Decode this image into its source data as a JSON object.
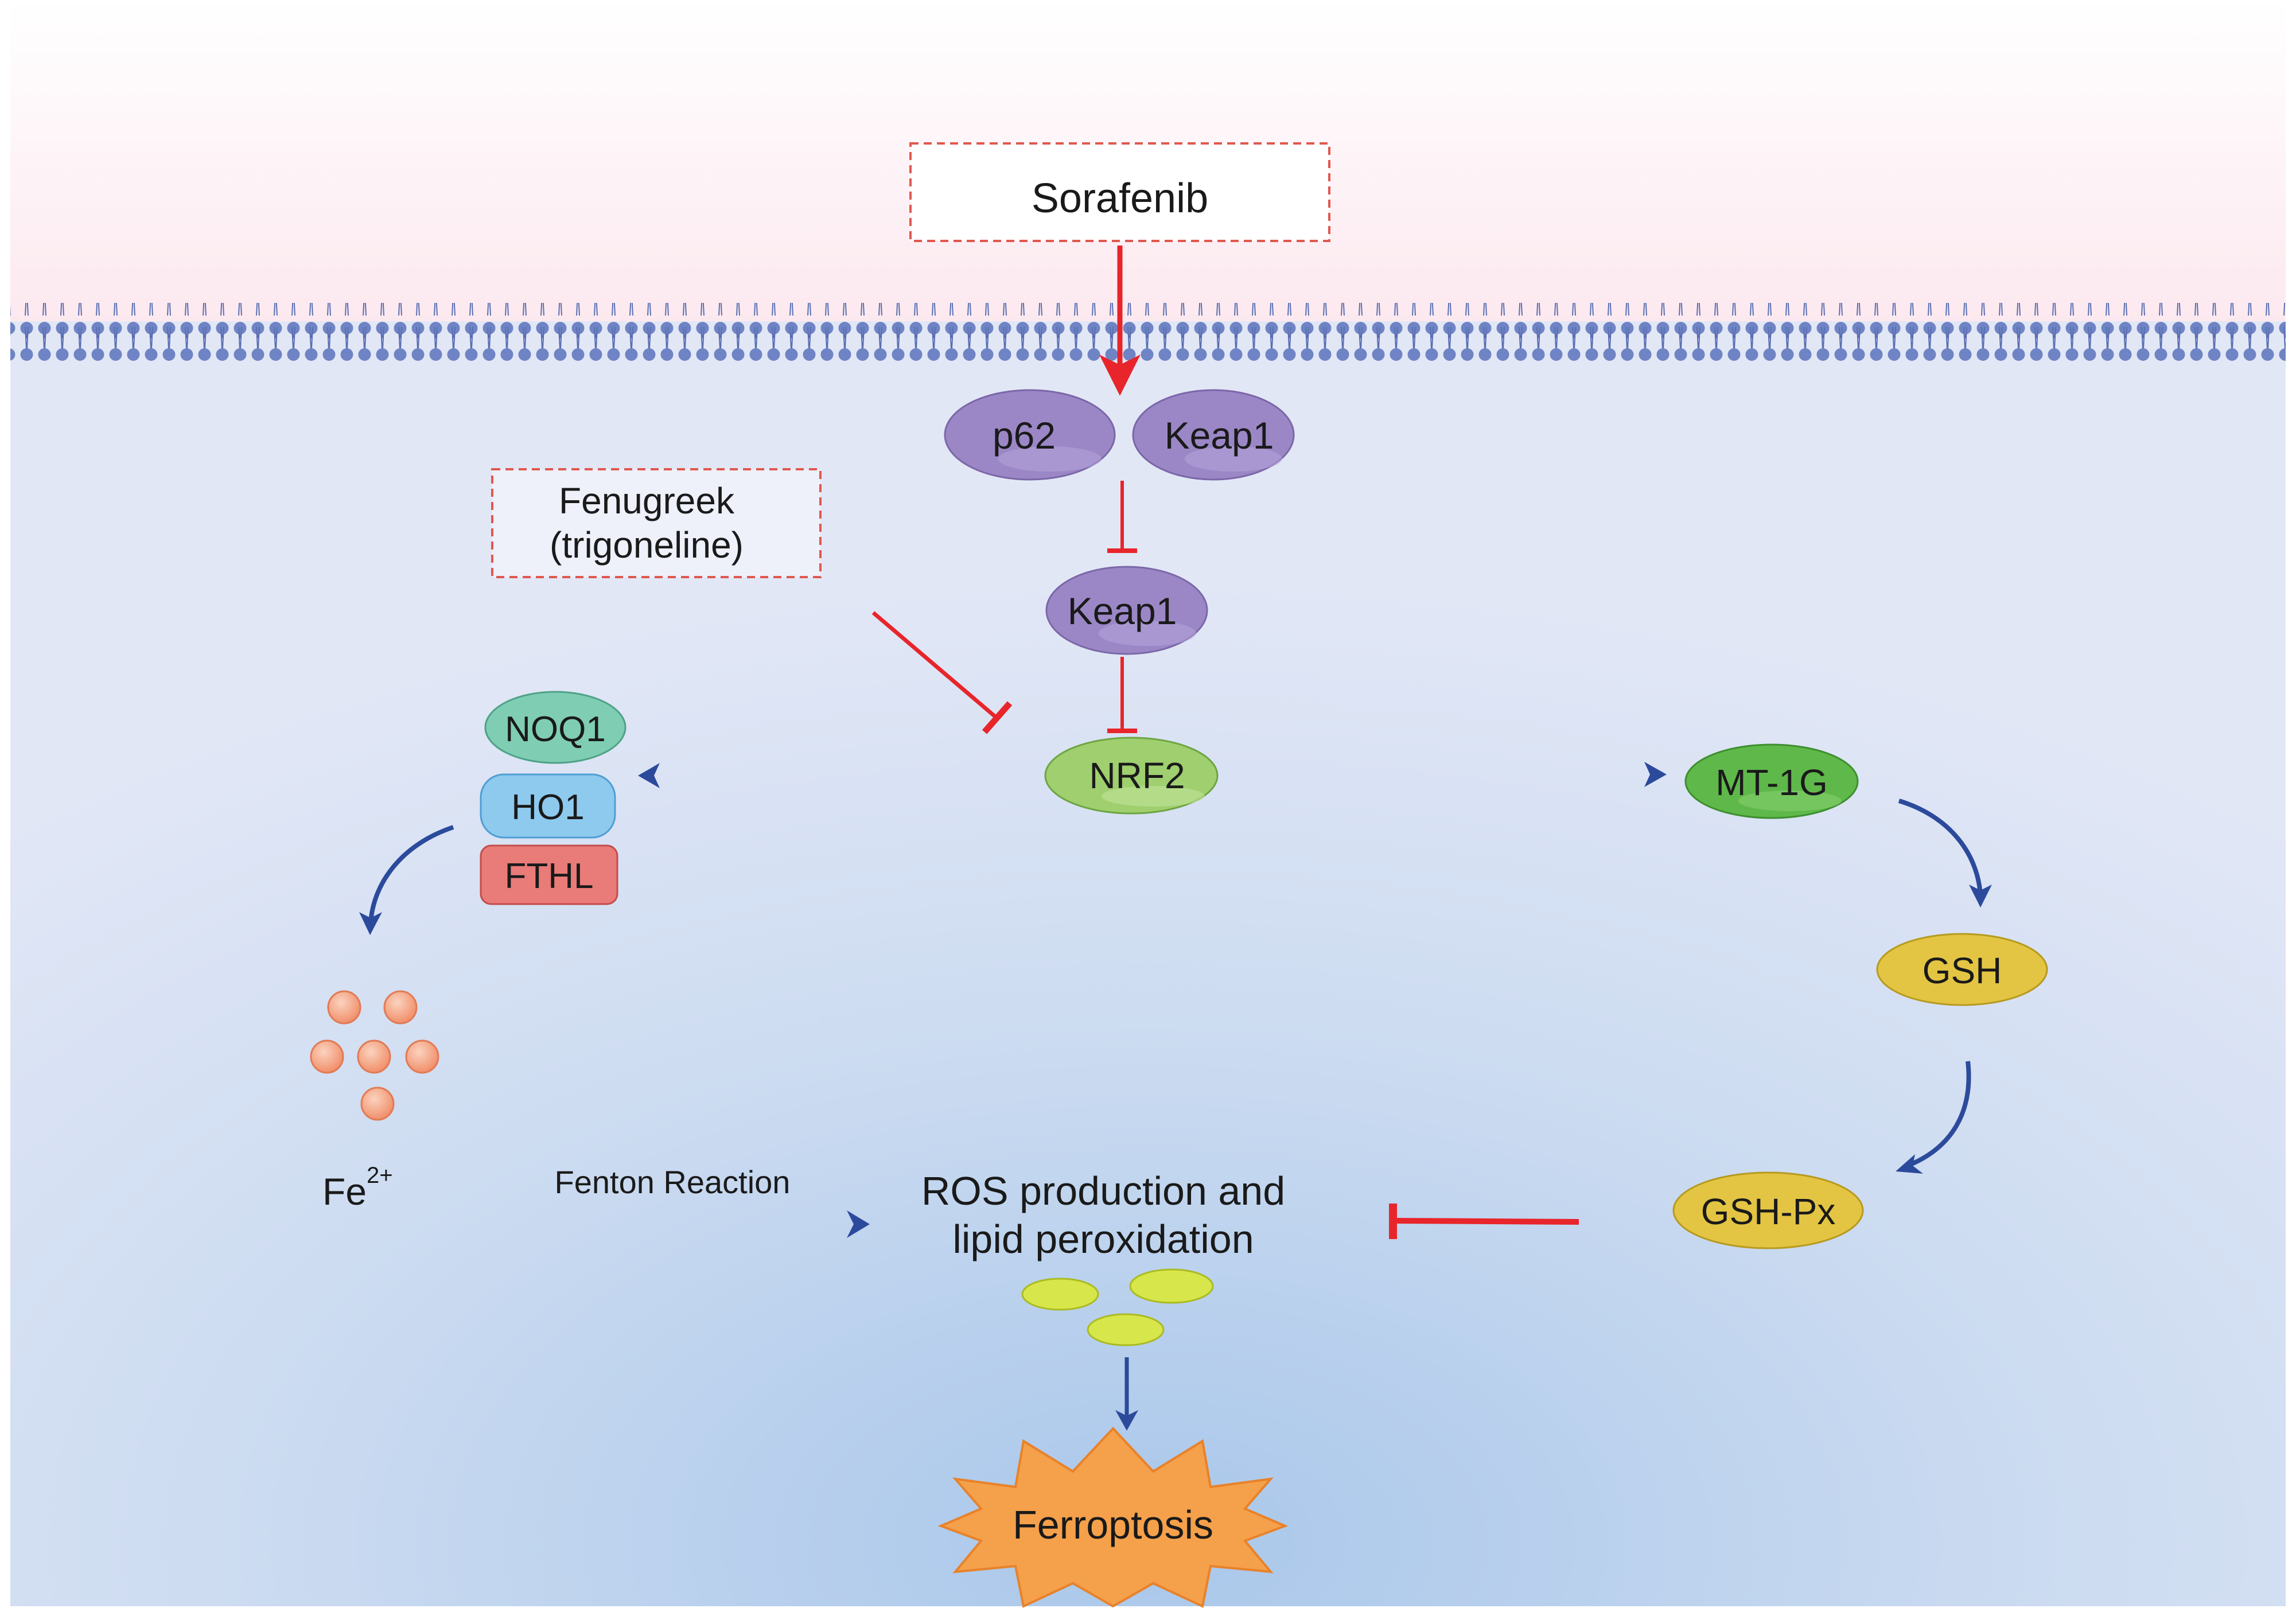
{
  "drug_boxes": {
    "sorafenib": "Sorafenib",
    "fenugreek_line1": "Fenugreek",
    "fenugreek_line2": "(trigoneline)"
  },
  "proteins": {
    "p62": "p62",
    "keap1_complex": "Keap1",
    "keap1": "Keap1",
    "nrf2": "NRF2",
    "noq1": "NOQ1",
    "ho1": "HO1",
    "fthl": "FTHL",
    "mt1g": "MT-1G",
    "gsh": "GSH",
    "gshpx": "GSH-Px"
  },
  "iron": {
    "base": "Fe",
    "charge": "2+"
  },
  "labels": {
    "fenton": "Fenton Reaction",
    "ros_line1": "ROS production and",
    "ros_line2": "lipid peroxidation",
    "ferroptosis": "Ferroptosis"
  },
  "colors": {
    "activation_arrow": "#2c4a9c",
    "inhibition_arrow": "#e8252b",
    "keap_purple": "#9b87c6",
    "nrf2_green": "#9fcf6e",
    "noq1_teal": "#7fcdb3",
    "ho1_blue": "#8ec9ee",
    "fthl_red": "#e97b78",
    "mt1g_green": "#5fb84a",
    "gsh_yellow": "#e3c543",
    "iron_orange": "#f4a582",
    "ferroptosis_orange": "#f5a04a"
  }
}
